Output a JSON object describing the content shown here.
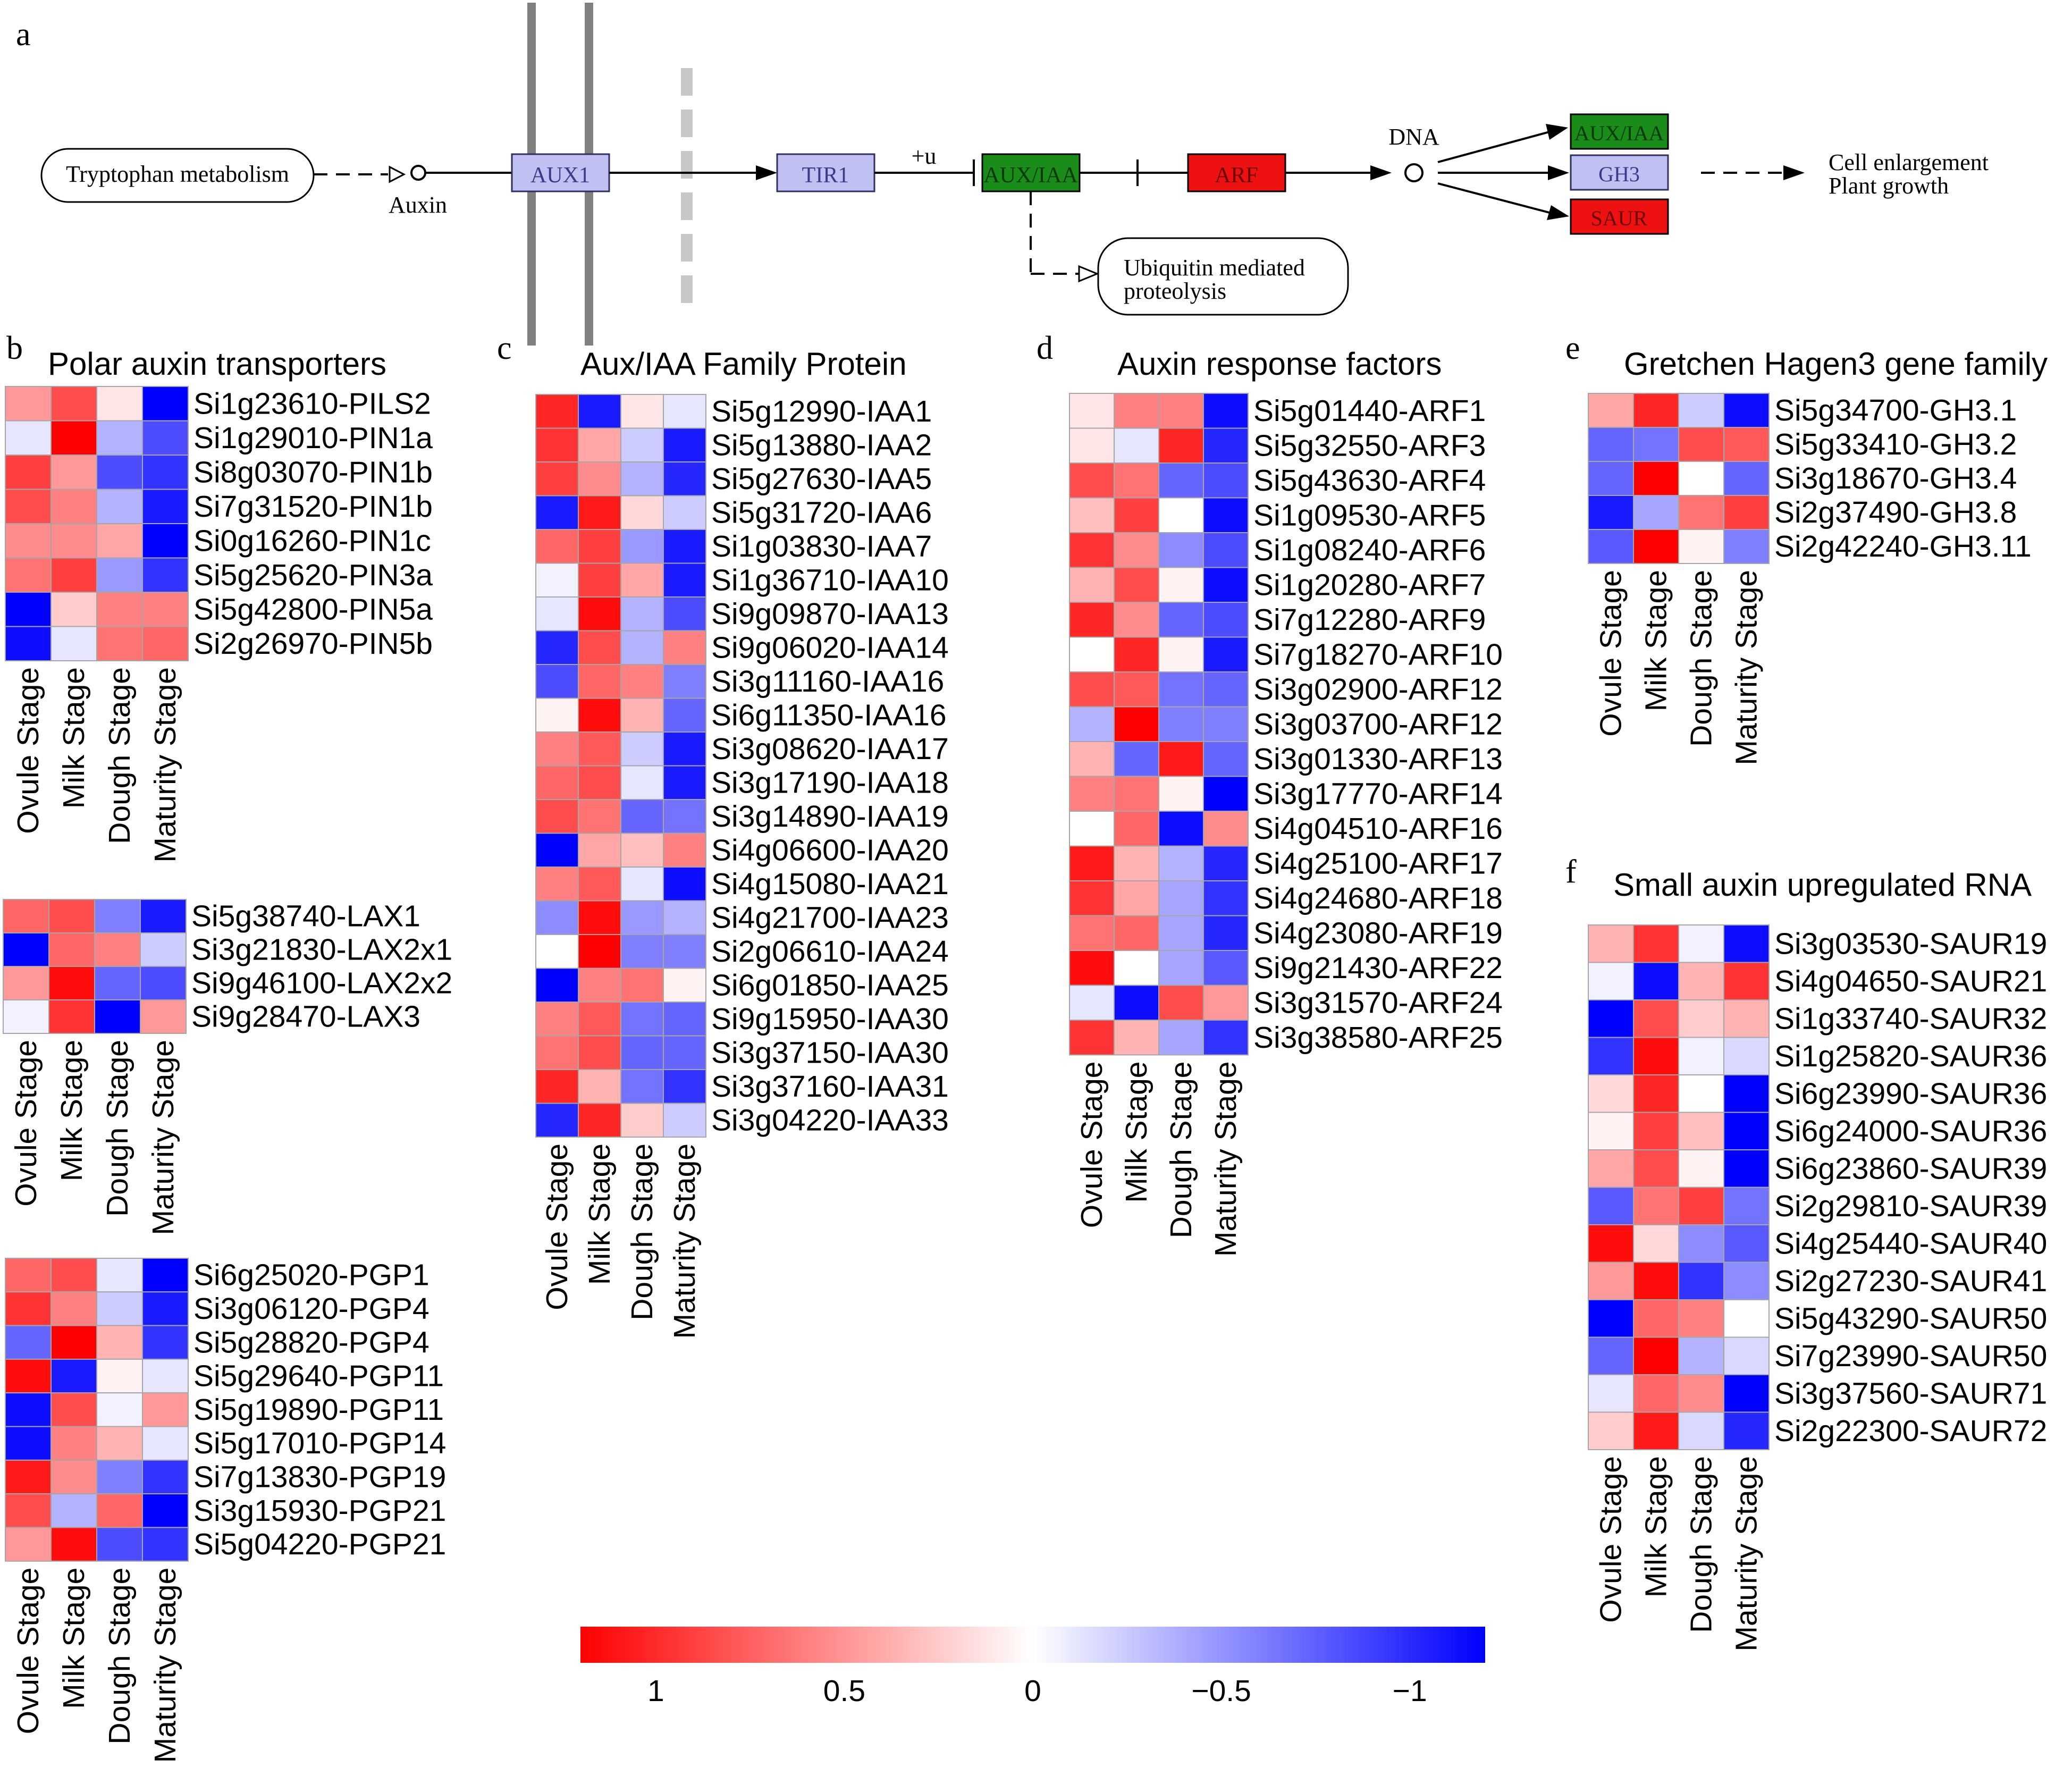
{
  "colors": {
    "positive": "#ff0000",
    "neutral": "#ffffff",
    "negative": "#0000ff",
    "cell_border": "#a6a6a6",
    "membrane": "#808080",
    "membrane_dashed": "#c8c8c8",
    "node_lavender": "#c0c0f2",
    "node_green": "#1a8c1a",
    "node_red": "#ee1111"
  },
  "stages": [
    "Ovule Stage",
    "Milk Stage",
    "Dough Stage",
    "Maturity Stage"
  ],
  "pathway": {
    "panel_letter": "a",
    "tryptophan": "Tryptophan metabolism",
    "auxin": "Auxin",
    "aux1": "AUX1",
    "tir1": "TIR1",
    "plus_u": "+u",
    "auxiaa": "AUX/IAA",
    "arf": "ARF",
    "dna": "DNA",
    "out_auxiaa": "AUX/IAA",
    "out_gh3": "GH3",
    "out_saur": "SAUR",
    "ubiquitin_line1": "Ubiquitin mediated",
    "ubiquitin_line2": "proteolysis",
    "outcome_line1": "Cell enlargement",
    "outcome_line2": "Plant growth"
  },
  "colorbar": {
    "ticks": [
      "1",
      "0.5",
      "0",
      "−0.5",
      "−1"
    ]
  },
  "panels": {
    "b": {
      "letter": "b",
      "title": "Polar auxin transporters"
    },
    "c": {
      "letter": "c",
      "title": "Aux/IAA Family Protein"
    },
    "d": {
      "letter": "d",
      "title": "Auxin response factors"
    },
    "e": {
      "letter": "e",
      "title": "Gretchen Hagen3 gene family"
    },
    "f": {
      "letter": "f",
      "title": "Small auxin upregulated RNA"
    }
  },
  "chart_data": [
    {
      "id": "b1",
      "panel": "b",
      "type": "heatmap",
      "title": "Polar auxin transporters",
      "columns": [
        "Ovule Stage",
        "Milk Stage",
        "Dough Stage",
        "Maturity Stage"
      ],
      "value_range": [
        -1,
        1
      ],
      "rows": [
        "Si1g23610-PILS2",
        "Si1g29010-PIN1a",
        "Si8g03070-PIN1b",
        "Si7g31520-PIN1b",
        "Si0g16260-PIN1c",
        "Si5g25620-PIN3a",
        "Si5g42800-PIN5a",
        "Si2g26970-PIN5b"
      ],
      "values": [
        [
          0.4,
          0.7,
          0.1,
          -1.0
        ],
        [
          -0.1,
          1.0,
          -0.3,
          -0.7
        ],
        [
          0.75,
          0.4,
          -0.7,
          -0.8
        ],
        [
          0.7,
          0.5,
          -0.3,
          -0.9
        ],
        [
          0.45,
          0.45,
          0.35,
          -1.0
        ],
        [
          0.55,
          0.75,
          -0.4,
          -0.8
        ],
        [
          -1.0,
          0.2,
          0.5,
          0.5
        ],
        [
          -0.95,
          -0.1,
          0.55,
          0.6
        ]
      ]
    },
    {
      "id": "b2",
      "panel": "b",
      "type": "heatmap",
      "columns": [
        "Ovule Stage",
        "Milk Stage",
        "Dough Stage",
        "Maturity Stage"
      ],
      "value_range": [
        -1,
        1
      ],
      "rows": [
        "Si5g38740-LAX1",
        "Si3g21830-LAX2x1",
        "Si9g46100-LAX2x2",
        "Si9g28470-LAX3"
      ],
      "values": [
        [
          0.6,
          0.7,
          -0.5,
          -0.9
        ],
        [
          -1.0,
          0.6,
          0.5,
          -0.2
        ],
        [
          0.4,
          0.95,
          -0.6,
          -0.7
        ],
        [
          -0.05,
          0.8,
          -1.0,
          0.4
        ]
      ]
    },
    {
      "id": "b3",
      "panel": "b",
      "type": "heatmap",
      "columns": [
        "Ovule Stage",
        "Milk Stage",
        "Dough Stage",
        "Maturity Stage"
      ],
      "value_range": [
        -1,
        1
      ],
      "rows": [
        "Si6g25020-PGP1",
        "Si3g06120-PGP4",
        "Si5g28820-PGP4",
        "Si5g29640-PGP11",
        "Si5g19890-PGP11",
        "Si5g17010-PGP14",
        "Si7g13830-PGP19",
        "Si3g15930-PGP21",
        "Si5g04220-PGP21"
      ],
      "values": [
        [
          0.6,
          0.7,
          -0.1,
          -1.0
        ],
        [
          0.8,
          0.5,
          -0.2,
          -0.9
        ],
        [
          -0.6,
          1.0,
          0.3,
          -0.8
        ],
        [
          0.95,
          -0.9,
          0.05,
          -0.1
        ],
        [
          -0.95,
          0.7,
          -0.05,
          0.4
        ],
        [
          -0.95,
          0.5,
          0.3,
          -0.1
        ],
        [
          0.9,
          0.45,
          -0.5,
          -0.8
        ],
        [
          0.7,
          -0.3,
          0.6,
          -1.0
        ],
        [
          0.4,
          0.95,
          -0.7,
          -0.8
        ]
      ]
    },
    {
      "id": "c",
      "panel": "c",
      "type": "heatmap",
      "title": "Aux/IAA Family Protein",
      "columns": [
        "Ovule Stage",
        "Milk Stage",
        "Dough Stage",
        "Maturity Stage"
      ],
      "value_range": [
        -1,
        1
      ],
      "rows": [
        "Si5g12990-IAA1",
        "Si5g13880-IAA2",
        "Si5g27630-IAA5",
        "Si5g31720-IAA6",
        "Si1g03830-IAA7",
        "Si1g36710-IAA10",
        "Si9g09870-IAA13",
        "Si9g06020-IAA14",
        "Si3g11160-IAA16",
        "Si6g11350-IAA16",
        "Si3g08620-IAA17",
        "Si3g17190-IAA18",
        "Si3g14890-IAA19",
        "Si4g06600-IAA20",
        "Si4g15080-IAA21",
        "Si4g21700-IAA23",
        "Si2g06610-IAA24",
        "Si6g01850-IAA25",
        "Si9g15950-IAA30",
        "Si3g37150-IAA30",
        "Si3g37160-IAA31",
        "Si3g04220-IAA33"
      ],
      "values": [
        [
          0.85,
          -0.9,
          0.1,
          -0.1
        ],
        [
          0.8,
          0.35,
          -0.2,
          -0.9
        ],
        [
          0.75,
          0.45,
          -0.3,
          -0.85
        ],
        [
          -0.9,
          0.9,
          0.15,
          -0.2
        ],
        [
          0.6,
          0.75,
          -0.4,
          -0.9
        ],
        [
          -0.05,
          0.75,
          0.35,
          -0.9
        ],
        [
          -0.1,
          0.95,
          -0.3,
          -0.7
        ],
        [
          -0.85,
          0.7,
          -0.3,
          0.5
        ],
        [
          -0.7,
          0.6,
          0.5,
          -0.5
        ],
        [
          0.05,
          0.95,
          0.3,
          -0.6
        ],
        [
          0.5,
          0.65,
          -0.2,
          -0.9
        ],
        [
          0.6,
          0.7,
          -0.1,
          -0.9
        ],
        [
          0.7,
          0.55,
          -0.6,
          -0.55
        ],
        [
          -1.0,
          0.35,
          0.25,
          0.5
        ],
        [
          0.5,
          0.65,
          -0.1,
          -0.95
        ],
        [
          -0.45,
          0.95,
          -0.4,
          -0.3
        ],
        [
          0.0,
          1.0,
          -0.5,
          -0.5
        ],
        [
          -1.0,
          0.5,
          0.55,
          0.05
        ],
        [
          0.5,
          0.65,
          -0.55,
          -0.6
        ],
        [
          0.55,
          0.7,
          -0.6,
          -0.6
        ],
        [
          0.85,
          0.3,
          -0.55,
          -0.8
        ],
        [
          -0.85,
          0.85,
          0.2,
          -0.2
        ]
      ]
    },
    {
      "id": "d",
      "panel": "d",
      "type": "heatmap",
      "title": "Auxin response factors",
      "columns": [
        "Ovule Stage",
        "Milk Stage",
        "Dough Stage",
        "Maturity Stage"
      ],
      "value_range": [
        -1,
        1
      ],
      "rows": [
        "Si5g01440-ARF1",
        "Si5g32550-ARF3",
        "Si5g43630-ARF4",
        "Si1g09530-ARF5",
        "Si1g08240-ARF6",
        "Si1g20280-ARF7",
        "Si7g12280-ARF9",
        "Si7g18270-ARF10",
        "Si3g02900-ARF12",
        "Si3g03700-ARF12",
        "Si3g01330-ARF13",
        "Si3g17770-ARF14",
        "Si4g04510-ARF16",
        "Si4g25100-ARF17",
        "Si4g24680-ARF18",
        "Si4g23080-ARF19",
        "Si9g21430-ARF22",
        "Si3g31570-ARF24",
        "Si3g38580-ARF25"
      ],
      "values": [
        [
          0.1,
          0.5,
          0.5,
          -0.95
        ],
        [
          0.1,
          -0.1,
          0.85,
          -0.85
        ],
        [
          0.7,
          0.55,
          -0.6,
          -0.7
        ],
        [
          0.25,
          0.75,
          0.0,
          -0.95
        ],
        [
          0.8,
          0.45,
          -0.45,
          -0.7
        ],
        [
          0.3,
          0.7,
          0.05,
          -0.95
        ],
        [
          0.85,
          0.45,
          -0.6,
          -0.7
        ],
        [
          0.0,
          0.85,
          0.05,
          -0.9
        ],
        [
          0.7,
          0.65,
          -0.55,
          -0.6
        ],
        [
          -0.3,
          1.0,
          -0.5,
          -0.5
        ],
        [
          0.3,
          -0.6,
          0.9,
          -0.6
        ],
        [
          0.5,
          0.55,
          0.05,
          -1.0
        ],
        [
          0.0,
          0.6,
          -0.95,
          0.45
        ],
        [
          0.9,
          0.3,
          -0.3,
          -0.85
        ],
        [
          0.8,
          0.35,
          -0.35,
          -0.8
        ],
        [
          0.55,
          0.6,
          -0.35,
          -0.85
        ],
        [
          0.95,
          0.0,
          -0.35,
          -0.65
        ],
        [
          -0.1,
          -0.95,
          0.7,
          0.4
        ],
        [
          0.8,
          0.3,
          -0.35,
          -0.8
        ]
      ]
    },
    {
      "id": "e",
      "panel": "e",
      "type": "heatmap",
      "title": "Gretchen Hagen3 gene family",
      "columns": [
        "Ovule Stage",
        "Milk Stage",
        "Dough Stage",
        "Maturity Stage"
      ],
      "value_range": [
        -1,
        1
      ],
      "rows": [
        "Si5g34700-GH3.1",
        "Si5g33410-GH3.2",
        "Si3g18670-GH3.4",
        "Si2g37490-GH3.8",
        "Si2g42240-GH3.11"
      ],
      "values": [
        [
          0.35,
          0.85,
          -0.2,
          -0.95
        ],
        [
          -0.6,
          -0.55,
          0.7,
          0.65
        ],
        [
          -0.6,
          1.0,
          0.0,
          -0.6
        ],
        [
          -0.9,
          -0.35,
          0.55,
          0.75
        ],
        [
          -0.65,
          1.0,
          0.05,
          -0.5
        ]
      ]
    },
    {
      "id": "f",
      "panel": "f",
      "type": "heatmap",
      "title": "Small auxin upregulated RNA",
      "columns": [
        "Ovule Stage",
        "Milk Stage",
        "Dough Stage",
        "Maturity Stage"
      ],
      "value_range": [
        -1,
        1
      ],
      "rows": [
        "Si3g03530-SAUR19",
        "Si4g04650-SAUR21",
        "Si1g33740-SAUR32",
        "Si1g25820-SAUR36",
        "Si6g23990-SAUR36",
        "Si6g24000-SAUR36",
        "Si6g23860-SAUR39",
        "Si2g29810-SAUR39",
        "Si4g25440-SAUR40",
        "Si2g27230-SAUR41",
        "Si5g43290-SAUR50",
        "Si7g23990-SAUR50",
        "Si3g37560-SAUR71",
        "Si2g22300-SAUR72"
      ],
      "values": [
        [
          0.3,
          0.8,
          -0.05,
          -0.95
        ],
        [
          -0.05,
          -0.95,
          0.3,
          0.8
        ],
        [
          -1.0,
          0.7,
          0.2,
          0.3
        ],
        [
          -0.8,
          0.95,
          -0.05,
          -0.15
        ],
        [
          0.15,
          0.85,
          0.0,
          -1.0
        ],
        [
          0.05,
          0.75,
          0.25,
          -1.0
        ],
        [
          0.35,
          0.7,
          0.05,
          -1.0
        ],
        [
          -0.65,
          0.55,
          0.75,
          -0.55
        ],
        [
          0.95,
          0.15,
          -0.45,
          -0.65
        ],
        [
          0.4,
          0.95,
          -0.8,
          -0.45
        ],
        [
          -1.0,
          0.6,
          0.5,
          0.0
        ],
        [
          -0.6,
          1.0,
          -0.3,
          -0.15
        ],
        [
          -0.1,
          0.6,
          0.45,
          -1.0
        ],
        [
          0.2,
          0.9,
          -0.15,
          -0.85
        ]
      ]
    }
  ]
}
